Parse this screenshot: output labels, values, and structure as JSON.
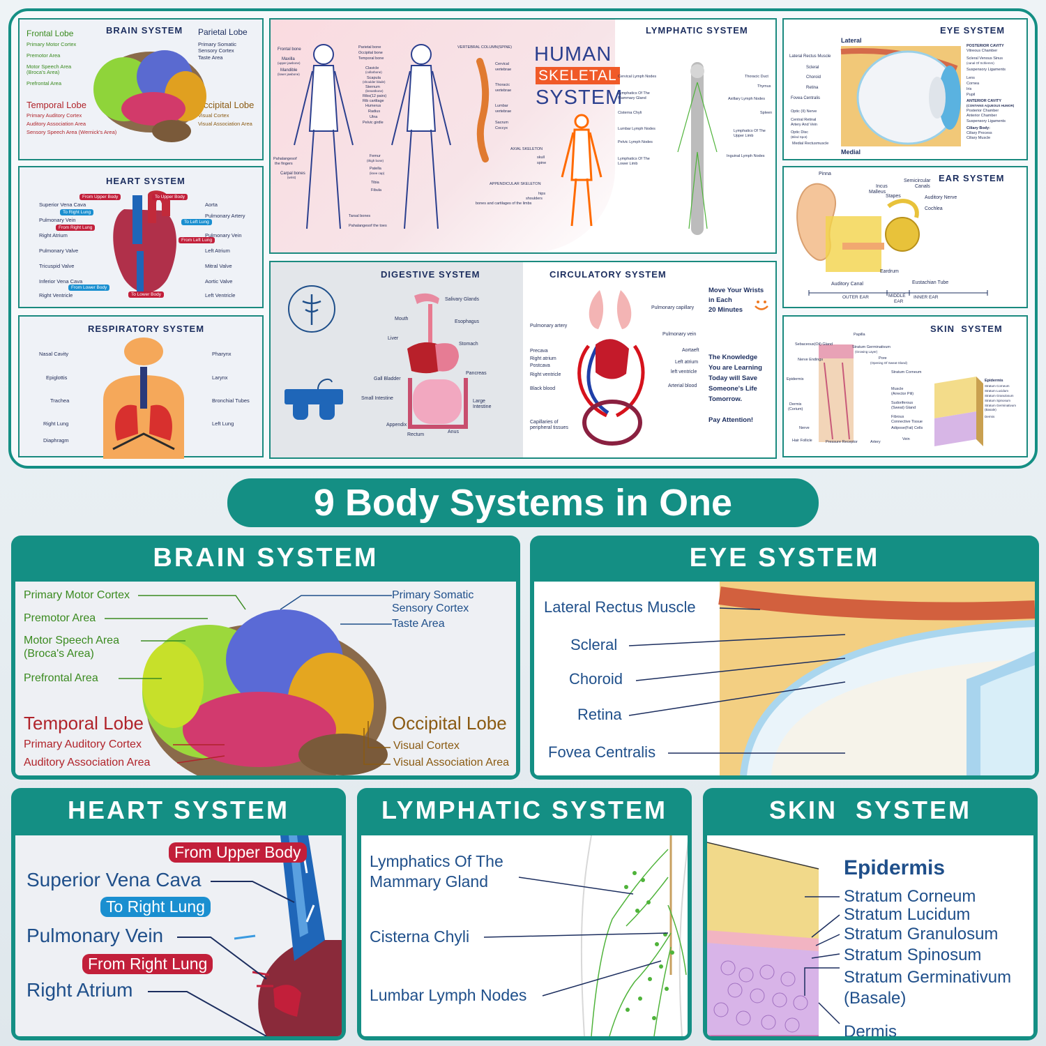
{
  "top": {
    "brain": {
      "title": "BRAIN SYSTEM",
      "frontal": "Frontal Lobe",
      "parietal": "Parietal Lobe",
      "temporal": "Temporal Lobe",
      "occipital": "Occipital Lobe",
      "left": [
        "Primary Motor Cortex",
        "Premotor Area",
        "Motor Speech Area",
        "(Broca's Area)",
        "Prefrontal Area"
      ],
      "right": [
        "Primary Somatic",
        "Sensory Cortex",
        "Taste Area"
      ],
      "temporal_items": [
        "Primary Auditory Cortex",
        "Auditory Association Area",
        "Sensory Speech Area (Wernick's Area)"
      ],
      "occipital_items": [
        "Visual Cortex",
        "Visual Association Area"
      ]
    },
    "heart": {
      "title": "HEART SYSTEM",
      "left": [
        "Superior Vena Cava",
        "Pulmonary Vein",
        "Right Atrium",
        "Pulmonary Valve",
        "Tricuspid Valve",
        "Inferior Vena Cava",
        "Right Ventricle"
      ],
      "right": [
        "Aorta",
        "Pulmonary Artery",
        "Pulmonary Vein",
        "Left Atrium",
        "Mitral Valve",
        "Aortic Valve",
        "Left Ventricle"
      ],
      "pills": [
        "From Upper Body",
        "To Upper Body",
        "To Right Lung",
        "To Left Lung",
        "From Right Lung",
        "From Left Lung",
        "From Lower Body",
        "To Lower Body"
      ]
    },
    "respiratory": {
      "title": "RESPIRATORY SYSTEM",
      "left": [
        "Nasal Cavity",
        "Epiglottis",
        "Trachea",
        "Right Lung",
        "Diaphragm"
      ],
      "right": [
        "Pharynx",
        "Larynx",
        "Bronchial Tubes",
        "Left Lung"
      ]
    },
    "skeletal": {
      "title1": "HUMAN",
      "title2": "SKELETAL",
      "title3": "SYSTEM",
      "front": [
        "Frontal bone",
        "Maxilla",
        "(upper jawbone)",
        "Mandible",
        "(lower jawbone)",
        "Pahalangesof",
        "the fingers",
        "Carpal bones",
        "(wrist)"
      ],
      "middle": [
        "Parietal bone",
        "Occipital bone",
        "Temporal bone",
        "Clavicle",
        "(collarbone)",
        "Scapula",
        "(shoulder blade)",
        "Sternum",
        "(breastbone)",
        "Ribs(12 pairs)",
        "Rib cartilage",
        "Humerus",
        "Radius",
        "Ulna",
        "Pelvic girdle",
        "Femur",
        "(thigh bone)",
        "Patella",
        "(knee cap)",
        "Tibia",
        "Fibula",
        "Tarsal bones",
        "Pahalangesof the toes"
      ],
      "spine_title": "VERTEBRAL COLUMN(SPINE)",
      "spine": [
        "Cervical",
        "vertebrae",
        "Thoracic",
        "vertebrae",
        "Lumbar",
        "vertebrae",
        "Sacrum",
        "Coccyx"
      ],
      "axial": "AXIAL SKELETON",
      "axial_items": [
        "skull",
        "spine"
      ],
      "appendicular": "APPENDICULAR SKELETON",
      "appendicular_items": [
        "hips",
        "shoulders",
        "bones and cartilages of the limbs"
      ]
    },
    "lymphatic": {
      "title": "LYMPHATIC SYSTEM",
      "left": [
        "Cervical Lymph Nodes",
        "Lymphatics Of The",
        "Mammary Gland",
        "Cisterna Chyli",
        "Lumbar Lymph Nodes",
        "Pelvic Lymph Nodes",
        "Lymphatics Of The",
        "Lower Limb"
      ],
      "right": [
        "Thoracic Duct",
        "Thymus",
        "Axillary Lymph Nodes",
        "Spleen",
        "Lymphatics Of The",
        "Upper Limb",
        "Inguinal Lymph Nodes"
      ]
    },
    "eye": {
      "title": "EYE SYSTEM",
      "lateral": "Lateral",
      "medial": "Medial",
      "left": [
        "Lateral Rectus Muscle",
        "Scleral",
        "Choroid",
        "Retina",
        "Fovea Centralis",
        "Optic (II) Nerve",
        "Central Retinal",
        "Artery And Vein",
        "Optic Disc",
        "(Blind Spot)",
        "Medial Rectusmuscle"
      ],
      "right": [
        "POSTERIOR CAVITY",
        "Vitreous Chamber",
        "Scleral Venous Sinus",
        "(canal Of Schlemm)",
        "Suspensory Ligaments",
        "Lens",
        "Cornea",
        "Iris",
        "Pupil",
        "ANTERIOR CAVITY",
        "(CONTAINS AQUEOUS HUMOR)",
        "Posterior Chamber",
        "Anterior Chamber",
        "Suspensory Ligaments",
        "Ciliary Body:",
        "Ciliary Process",
        "Ciliary Muscle"
      ]
    },
    "ear": {
      "title": "EAR SYSTEM",
      "labels": [
        "Pinna",
        "Incus",
        "Malleus",
        "Semicircular",
        "Canals",
        "Stapes",
        "Auditory Nerve",
        "Cochlea",
        "Eardrum",
        "Auditory Canal",
        "Eustachian Tube"
      ],
      "bottom": [
        "OUTER EAR",
        "MIDDLE",
        "EAR",
        "INNER EAR"
      ]
    },
    "digestive": {
      "title": "DIGESTIVE SYSTEM",
      "labels": [
        "Salivary Glands",
        "Mouth",
        "Esophagus",
        "Liver",
        "Stomach",
        "Gall Bladder",
        "Pancreas",
        "Small Intestine",
        "Large",
        "Intestine",
        "Appendix",
        "Rectum",
        "Anus"
      ]
    },
    "circulatory": {
      "title": "CIRCULATORY SYSTEM",
      "left": [
        "Pulmonary artery",
        "Precava",
        "Right atrium",
        "Postcava",
        "Right ventricle",
        "Black blood",
        "Capillaries of",
        "peripheral tissues"
      ],
      "right": [
        "Pulmonary capillary",
        "Pulmonary vein",
        "Aortaeft",
        "Left atrium",
        "left ventricle",
        "Arterial blood"
      ],
      "motto1": [
        "Move Your Wrists",
        "in Each",
        "20 Minutes"
      ],
      "motto2": [
        "The Knowledge",
        "You are Learning",
        "Today will Save",
        "Someone's Life",
        "Tomorrow."
      ],
      "motto3": "Pay Attention!"
    },
    "skin": {
      "title": "SKIN  SYSTEM",
      "labels": [
        "Papilla",
        "Sebaceous(Oil) Gland",
        "Stratum Germinativum",
        "(Growing Layer)",
        "Nerve Endings",
        "Pore",
        "(Opening Of Sweat Gland)",
        "Stratum Corneum",
        "Epidermis",
        "Muscle",
        "(Arrector Pili)",
        "Dermis",
        "(Corium)",
        "Sudoriferous",
        "(Sweat) Gland",
        "Fibrous",
        "Connective Tissue",
        "Adipose(Fat) Cells",
        "Nerve",
        "Hair Follicle",
        "Pressure Receptor",
        "Artery",
        "Vein"
      ],
      "block": [
        "Epidermis",
        "Stratum Corneum",
        "Stratum Lucidum",
        "Stratum Granulosum",
        "Stratum Spinosum",
        "Stratum Germinativum",
        "(Basale)",
        "Dermis"
      ]
    }
  },
  "banner": "9 Body Systems in One",
  "big_brain": {
    "title": "BRAIN SYSTEM",
    "left": [
      "Primary Motor Cortex",
      "Premotor Area",
      "Motor Speech Area",
      "(Broca's Area)",
      "Prefrontal Area"
    ],
    "right": [
      "Primary Somatic",
      "Sensory Cortex",
      "Taste Area"
    ],
    "temporal": "Temporal Lobe",
    "temporal_items": [
      "Primary Auditory Cortex",
      "Auditory Association Area"
    ],
    "occipital": "Occipital Lobe",
    "occipital_items": [
      "Visual Cortex",
      "Visual Association Area"
    ]
  },
  "big_eye": {
    "title": "EYE SYSTEM",
    "labels": [
      "Lateral Rectus Muscle",
      "Scleral",
      "Choroid",
      "Retina",
      "Fovea Centralis"
    ]
  },
  "big_heart": {
    "title": "HEART SYSTEM",
    "pill1": "From Upper Body",
    "label1": "Superior Vena Cava",
    "pill2": "To Right Lung",
    "label2": "Pulmonary Vein",
    "pill3": "From Right Lung",
    "label3": "Right Atrium"
  },
  "big_lymph": {
    "title": "LYMPHATIC SYSTEM",
    "labels": [
      "Lymphatics Of The",
      "Mammary Gland",
      "Cisterna Chyli",
      "Lumbar Lymph Nodes"
    ]
  },
  "big_skin": {
    "title": "SKIN  SYSTEM",
    "heading": "Epidermis",
    "labels": [
      "Stratum Corneum",
      "Stratum Lucidum",
      "Stratum Granulosum",
      "Stratum Spinosum",
      "Stratum Germinativum",
      "(Basale)",
      "Dermis"
    ]
  },
  "colors": {
    "teal": "#148f84",
    "navy": "#1b2d5e",
    "green": "#3a8a1f",
    "red": "#c21f3a",
    "blue_pill": "#1a8fd0"
  }
}
